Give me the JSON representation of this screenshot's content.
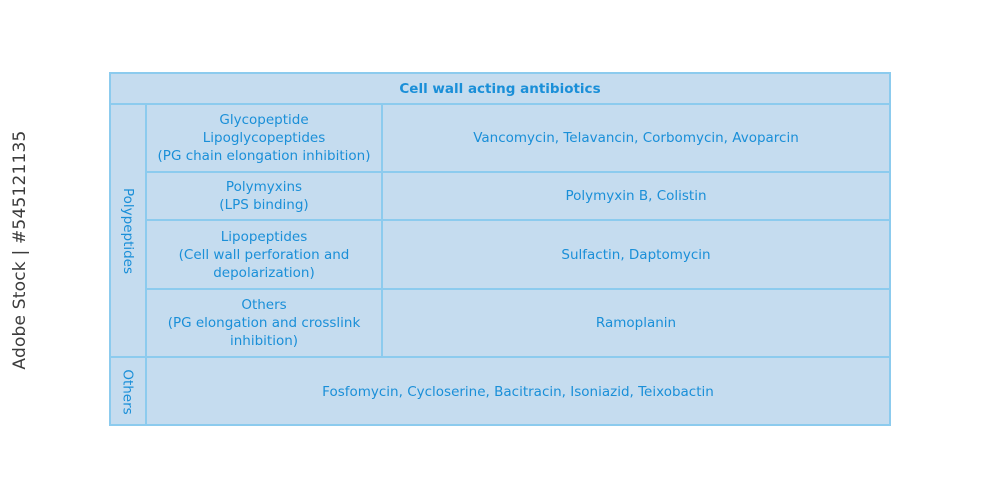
{
  "watermark": {
    "side_text": "Adobe Stock | #545121135"
  },
  "table": {
    "title": "Cell wall acting antibiotics",
    "groups": {
      "polypeptides": "Polypeptides",
      "others": "Others"
    },
    "rows": [
      {
        "class_lines": [
          "Glycopeptide",
          "Lipoglycopeptides",
          "(PG chain elongation inhibition)"
        ],
        "drugs": "Vancomycin, Telavancin, Corbomycin, Avoparcin"
      },
      {
        "class_lines": [
          "Polymyxins",
          "(LPS binding)"
        ],
        "drugs": "Polymyxin B, Colistin"
      },
      {
        "class_lines": [
          "Lipopeptides",
          "(Cell wall perforation and",
          "depolarization)"
        ],
        "drugs": "Sulfactin, Daptomycin"
      },
      {
        "class_lines": [
          "Others",
          "(PG elongation and crosslink",
          "inhibition)"
        ],
        "drugs": "Ramoplanin"
      }
    ],
    "others_drugs": "Fosfomycin, Cycloserine, Bacitracin, Isoniazid, Teixobactin"
  },
  "colors": {
    "text": "#1a8fd8",
    "cell_fill": "#c5dcef",
    "border": "#8ccbee"
  }
}
